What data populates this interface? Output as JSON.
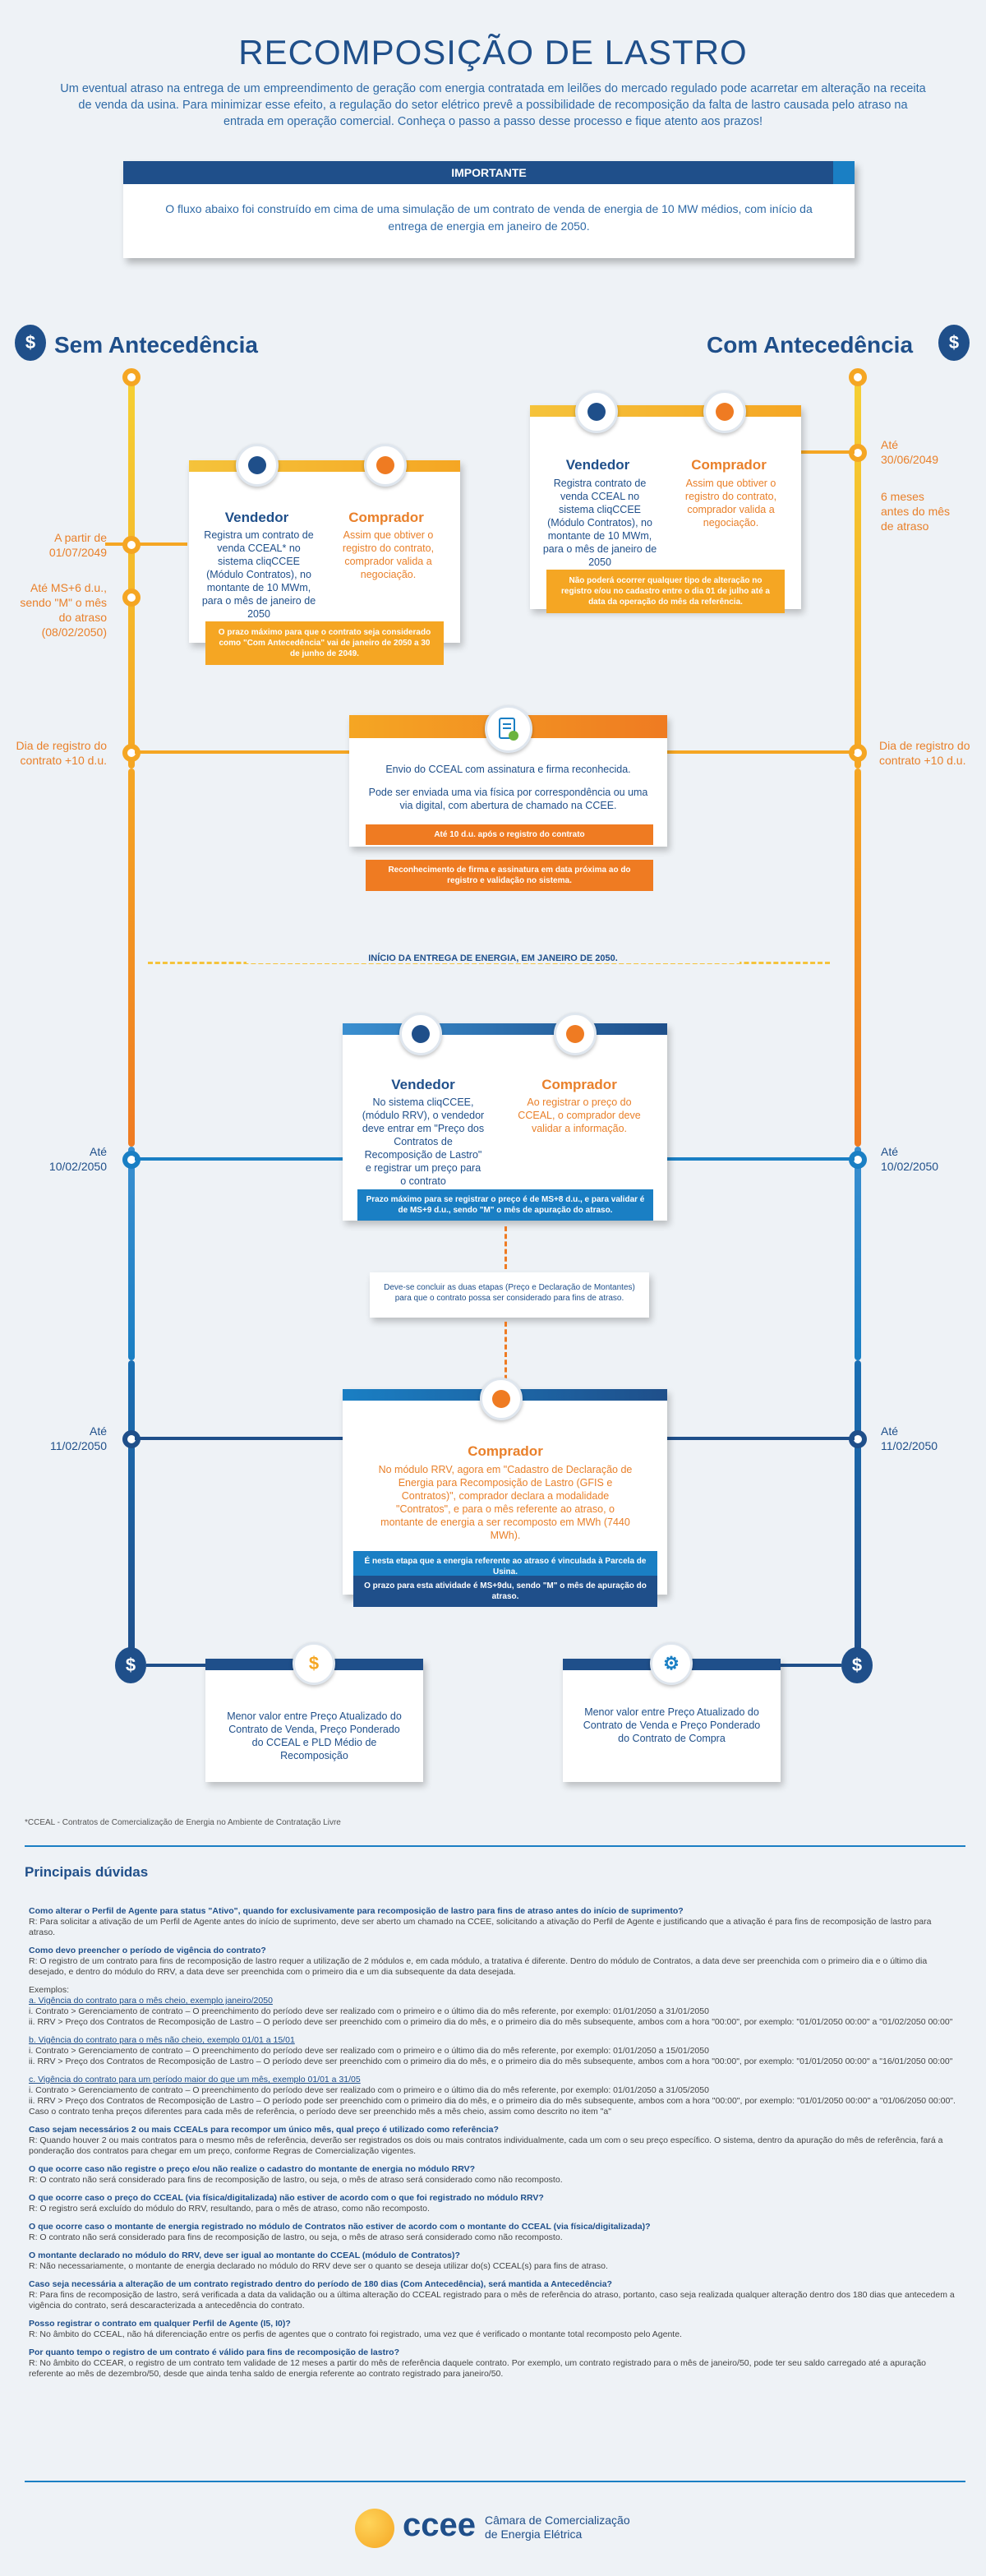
{
  "header": {
    "title": "RECOMPOSIÇÃO DE LASTRO",
    "intro": "Um eventual atraso na entrega de um empreendimento de geração com energia contratada em leilões do mercado regulado pode acarretar em alteração na receita de venda da usina. Para minimizar esse efeito, a regulação do setor elétrico prevê a possibilidade de recomposição da falta de lastro causada pelo atraso na entrada em operação comercial. Conheça o passo a passo desse processo e fique atento aos prazos!"
  },
  "important": {
    "heading": "IMPORTANTE",
    "text": "O fluxo abaixo foi construído em cima de uma simulação de um contrato de venda de energia de 10 MW médios, com início da entrega de energia em janeiro de 2050."
  },
  "sides": {
    "left_title": "Sem Antecedência",
    "right_title": "Com Antecedência",
    "dollar": "$"
  },
  "left_labels": {
    "l1": "A partir de 01/07/2049",
    "l2": "Até MS+6 d.u., sendo \"M\" o mês do atraso (08/02/2050)",
    "l3": "Dia de registro do contrato +10 d.u.",
    "l4": "Até 10/02/2050",
    "l5": "Até 11/02/2050"
  },
  "right_labels": {
    "r1": "Até 30/06/2049",
    "r2": "6 meses antes do mês de atraso",
    "r3": "Dia de registro do contrato +10 d.u.",
    "r4": "Até 10/02/2050",
    "r5": "Até 11/02/2050"
  },
  "card_left": {
    "vend_title": "Vendedor",
    "vend_text": "Registra um contrato de venda CCEAL* no sistema cliqCCEE (Módulo Contratos), no montante de 10 MWm, para o mês de janeiro de 2050",
    "comp_title": "Comprador",
    "comp_text": "Assim que obtiver o registro do contrato, comprador valida a negociação.",
    "note": "O prazo máximo para que o contrato seja considerado como \"Com Antecedência\" vai de janeiro de 2050 a 30 de junho de 2049."
  },
  "card_right": {
    "vend_title": "Vendedor",
    "vend_text": "Registra contrato de venda CCEAL no sistema cliqCCEE (Módulo Contratos), no montante de 10 MWm, para o mês de janeiro de 2050",
    "comp_title": "Comprador",
    "comp_text": "Assim que obtiver o registro do contrato, comprador valida a negociação.",
    "note": "Não poderá ocorrer qualquer tipo de alteração no registro e/ou no cadastro entre o dia 01 de julho até a data da operação do mês da referência."
  },
  "card_ccea": {
    "t1": "Envio do CCEAL com assinatura e firma reconhecida.",
    "t2": "Pode ser enviada uma via física por correspondência ou uma via digital, com abertura de chamado na CCEE.",
    "n1": "Até 10 d.u. após o registro do contrato",
    "n2": "Reconhecimento de firma e assinatura em data próxima ao do registro e validação no sistema."
  },
  "delivery_start": "INÍCIO DA ENTREGA DE ENERGIA, EM JANEIRO DE 2050.",
  "card_mid": {
    "vend_title": "Vendedor",
    "vend_text": "No sistema cliqCCEE, (módulo RRV), o vendedor deve entrar em \"Preço dos Contratos de Recomposição de Lastro\" e registrar um preço para o contrato",
    "comp_title": "Comprador",
    "comp_text": "Ao registrar o preço do CCEAL, o comprador deve validar a informação.",
    "note": "Prazo máximo para se registrar o preço é de MS+8 d.u., e para validar é de MS+9 d.u., sendo \"M\" o mês de apuração do atraso.",
    "conclude": "Deve-se concluir as duas etapas (Preço e Declaração de Montantes) para que o contrato possa ser considerado para fins de atraso."
  },
  "card_low": {
    "comp_title": "Comprador",
    "comp_text": "No módulo RRV, agora em \"Cadastro de Declaração de Energia para Recomposição de Lastro (GFIS e Contratos)\", comprador declara a modalidade \"Contratos\", e para o mês referente ao atraso, o montante de energia a ser recomposto em MWh (7440 MWh).",
    "n1": "É nesta etapa que a energia referente ao atraso é vinculada à Parcela de Usina.",
    "n2": "O prazo para esta atividade é MS+9du, sendo \"M\" o mês de apuração do atraso."
  },
  "results": {
    "left": "Menor valor entre Preço Atualizado do Contrato de Venda, Preço Ponderado do CCEAL e PLD Médio de Recomposição",
    "right": "Menor valor entre Preço Atualizado do Contrato de Venda e Preço Ponderado do Contrato de Compra"
  },
  "footnote": "*CCEAL - Contratos de Comercialização de Energia no Ambiente de Contratação Livre",
  "faq": {
    "title": "Principais dúvidas",
    "items": [
      {
        "q": "Como alterar o Perfil de Agente para status \"Ativo\", quando for exclusivamente para recomposição de lastro para fins de atraso antes do início de suprimento?",
        "a": "R: Para solicitar a ativação de um Perfil de Agente antes do início de suprimento, deve ser aberto um chamado na CCEE, solicitando a ativação do Perfil de Agente e justificando que a ativação é para fins de recomposição de lastro para atraso."
      },
      {
        "q": "Como devo preencher o período de vigência do contrato?",
        "a": "R: O registro de um contrato para fins de recomposição de lastro requer a utilização de 2 módulos e, em cada módulo, a tratativa é diferente. Dentro do módulo de Contratos, a data deve ser preenchida com o primeiro dia e o último dia desejado, e dentro do módulo do RRV, a data deve ser preenchida com o primeiro dia e um dia subsequente da data desejada."
      }
    ],
    "examples_label": "Exemplos:",
    "ex_a": "a. Vigência do contrato para o mês cheio, exemplo janeiro/2050",
    "ex_a1": "i. Contrato > Gerenciamento de contrato – O preenchimento do período deve ser realizado com o primeiro e o último dia do mês referente, por exemplo: 01/01/2050 a 31/01/2050",
    "ex_a2": "ii. RRV > Preço dos Contratos de Recomposição de Lastro – O período deve ser preenchido com o primeiro dia do mês, e o primeiro dia do mês subsequente, ambos com a hora \"00:00\", por exemplo: \"01/01/2050 00:00\" a \"01/02/2050 00:00\"",
    "ex_b": "b. Vigência do contrato para o mês não cheio, exemplo 01/01 a 15/01",
    "ex_b1": "i. Contrato > Gerenciamento de contrato – O preenchimento do período deve ser realizado com o primeiro e o último dia do mês referente, por exemplo: 01/01/2050 a 15/01/2050",
    "ex_b2": "ii. RRV > Preço dos Contratos de Recomposição de Lastro – O período deve ser preenchido com o primeiro dia do mês, e o primeiro dia do mês subsequente, ambos com a hora \"00:00\", por exemplo: \"01/01/2050 00:00\" a \"16/01/2050 00:00\"",
    "ex_c": "c. Vigência do contrato para um período maior do que um mês, exemplo 01/01 a 31/05",
    "ex_c1": "i. Contrato > Gerenciamento de contrato – O preenchimento do período deve ser realizado com o primeiro e o último dia do mês referente, por exemplo: 01/01/2050 a 31/05/2050",
    "ex_c2": "ii. RRV > Preço dos Contratos de Recomposição de Lastro – O período pode ser preenchido com o primeiro dia do mês, e o primeiro dia do mês subsequente, ambos com a hora \"00:00\", por exemplo: \"01/01/2050 00:00\" a \"01/06/2050 00:00\". Caso o contrato tenha preços diferentes para cada mês de referência, o período deve ser preenchido mês a mês cheio, assim como descrito no item \"a\"",
    "more": [
      {
        "q": "Caso sejam necessários 2 ou mais CCEALs para recompor um único mês, qual preço é utilizado como referência?",
        "a": "R: Quando houver 2 ou mais contratos para o mesmo mês de referência, deverão ser registrados os dois ou mais contratos individualmente, cada um com o seu preço específico. O sistema, dentro da apuração do mês de referência, fará a ponderação dos contratos para chegar em um preço, conforme Regras de Comercialização vigentes."
      },
      {
        "q": "O que ocorre caso não registre o preço e/ou não realize o cadastro do montante de energia no módulo RRV?",
        "a": "R: O contrato não será considerado para fins de recomposição de lastro, ou seja, o mês de atraso será considerado como não recomposto."
      },
      {
        "q": "O que ocorre caso o preço do CCEAL (via física/digitalizada) não estiver de acordo com o que foi registrado no módulo RRV?",
        "a": "R: O registro será excluído do módulo do RRV, resultando, para o mês de atraso, como não recomposto."
      },
      {
        "q": "O que ocorre caso o montante de energia registrado no módulo de Contratos não estiver de acordo com o montante do CCEAL (via física/digitalizada)?",
        "a": "R: O contrato não será considerado para fins de recomposição de lastro, ou seja, o mês de atraso será considerado como não recomposto."
      },
      {
        "q": "O montante declarado no módulo do RRV, deve ser igual ao montante do CCEAL (módulo de Contratos)?",
        "a": "R: Não necessariamente, o montante de energia declarado no módulo do RRV deve ser o quanto se deseja utilizar do(s) CCEAL(s) para fins de atraso."
      },
      {
        "q": "Caso seja necessária a alteração de um contrato registrado dentro do período de 180 dias (Com Antecedência), será mantida a Antecedência?",
        "a": "R: Para fins de recomposição de lastro, será verificada a data da validação ou a última alteração do CCEAL registrado para o mês de referência do atraso, portanto, caso seja realizada qualquer alteração dentro dos 180 dias que antecedem a vigência do contrato, será descaracterizada a antecedência do contrato."
      },
      {
        "q": "Posso registrar o contrato em qualquer Perfil de Agente (I5, I0)?",
        "a": "R: No âmbito do CCEAL, não há diferenciação entre os perfis de agentes que o contrato foi registrado, uma vez que é verificado o montante total recomposto pelo Agente."
      },
      {
        "q": "Por quanto tempo o registro de um contrato é válido para fins de recomposição de lastro?",
        "a": "R: No âmbito do CCEAR, o registro de um contrato tem validade de 12 meses a partir do mês de referência daquele contrato. Por exemplo, um contrato registrado para o mês de janeiro/50, pode ter seu saldo carregado até a apuração referente ao mês de dezembro/50, desde que ainda tenha saldo de energia referente ao contrato registrado para janeiro/50."
      }
    ]
  },
  "footer": {
    "brand": "ccee",
    "sub1": "Câmara de Comercialização",
    "sub2": "de Energia Elétrica"
  }
}
